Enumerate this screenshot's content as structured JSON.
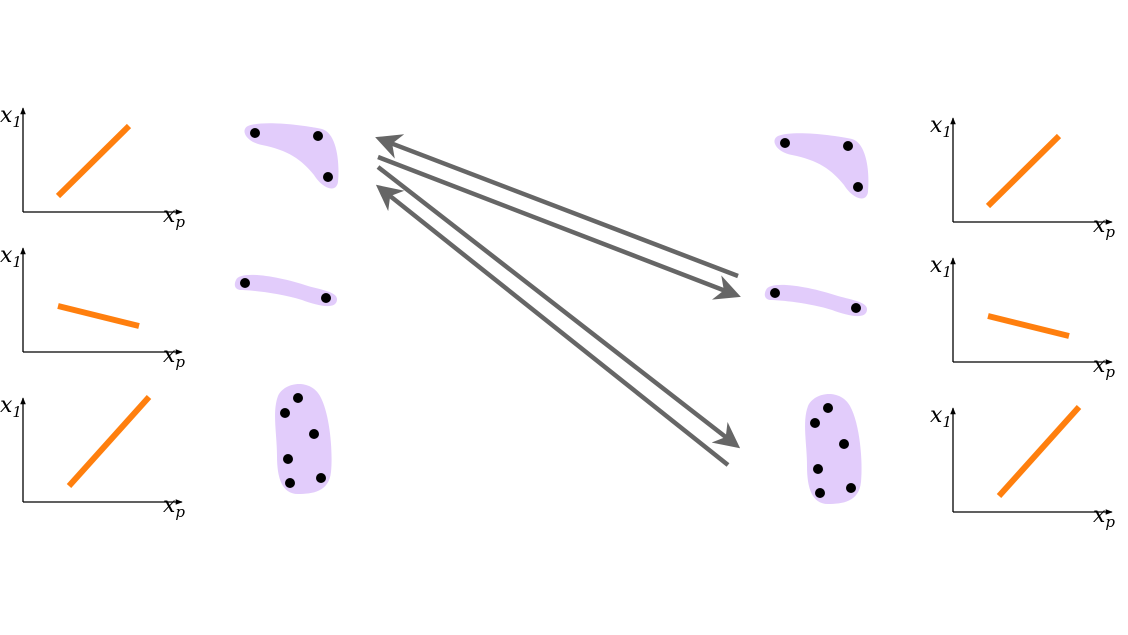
{
  "axes": {
    "y_label": "x",
    "y_subscript": "1",
    "x_label": "x",
    "x_subscript": "p"
  },
  "colors": {
    "trend_line": "#ff7f0e",
    "cluster_fill": "#e2ccfb",
    "point": "#000000",
    "arrow": "#666666",
    "axis": "#000000"
  },
  "plots": [
    {
      "side": "left",
      "row": 1,
      "trend": "increasing"
    },
    {
      "side": "left",
      "row": 2,
      "trend": "decreasing"
    },
    {
      "side": "left",
      "row": 3,
      "trend": "increasing"
    },
    {
      "side": "right",
      "row": 1,
      "trend": "increasing"
    },
    {
      "side": "right",
      "row": 2,
      "trend": "decreasing"
    },
    {
      "side": "right",
      "row": 3,
      "trend": "increasing"
    }
  ],
  "clusters": [
    {
      "side": "left",
      "row": 1,
      "points": 3
    },
    {
      "side": "left",
      "row": 2,
      "points": 2
    },
    {
      "side": "left",
      "row": 3,
      "points": 6
    },
    {
      "side": "right",
      "row": 1,
      "points": 3
    },
    {
      "side": "right",
      "row": 2,
      "points": 2
    },
    {
      "side": "right",
      "row": 3,
      "points": 6
    }
  ],
  "arrows": [
    {
      "from": "right-row-2",
      "to": "left-row-1"
    },
    {
      "from": "left-row-1",
      "to": "right-row-2"
    },
    {
      "from": "right-row-3",
      "to": "left-row-1"
    },
    {
      "from": "left-row-1",
      "to": "right-row-3"
    }
  ]
}
